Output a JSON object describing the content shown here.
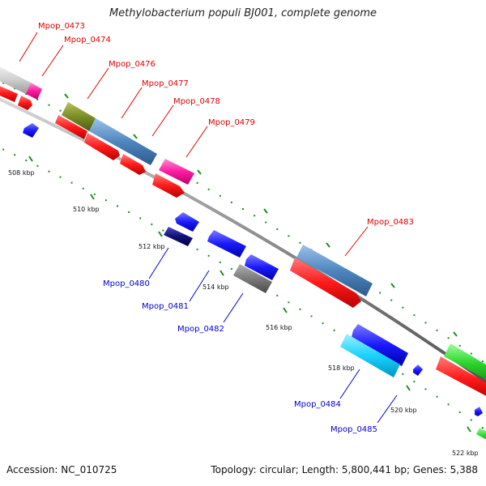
{
  "title": "Methylobacterium populi BJ001, complete genome",
  "footer": {
    "accession": "Accession: NC_010725",
    "topology": "Topology: circular; Length: 5,800,441 bp; Genes: 5,388"
  },
  "colors": {
    "forward_label": "#e00000",
    "reverse_label": "#0000d0",
    "cds": "#ff1a1a",
    "tick": "#1e8c1e",
    "backbone": "#8c8c8c"
  },
  "ruler_labels": [
    "508 kbp",
    "510 kbp",
    "512 kbp",
    "514 kbp",
    "516 kbp",
    "518 kbp",
    "520 kbp",
    "522 kbp"
  ],
  "gene_labels": {
    "forward": [
      "Mpop_0473",
      "Mpop_0474",
      "Mpop_0476",
      "Mpop_0477",
      "Mpop_0478",
      "Mpop_0479",
      "Mpop_0483"
    ],
    "reverse": [
      "Mpop_0480",
      "Mpop_0481",
      "Mpop_0482",
      "Mpop_0484",
      "Mpop_0485"
    ]
  }
}
